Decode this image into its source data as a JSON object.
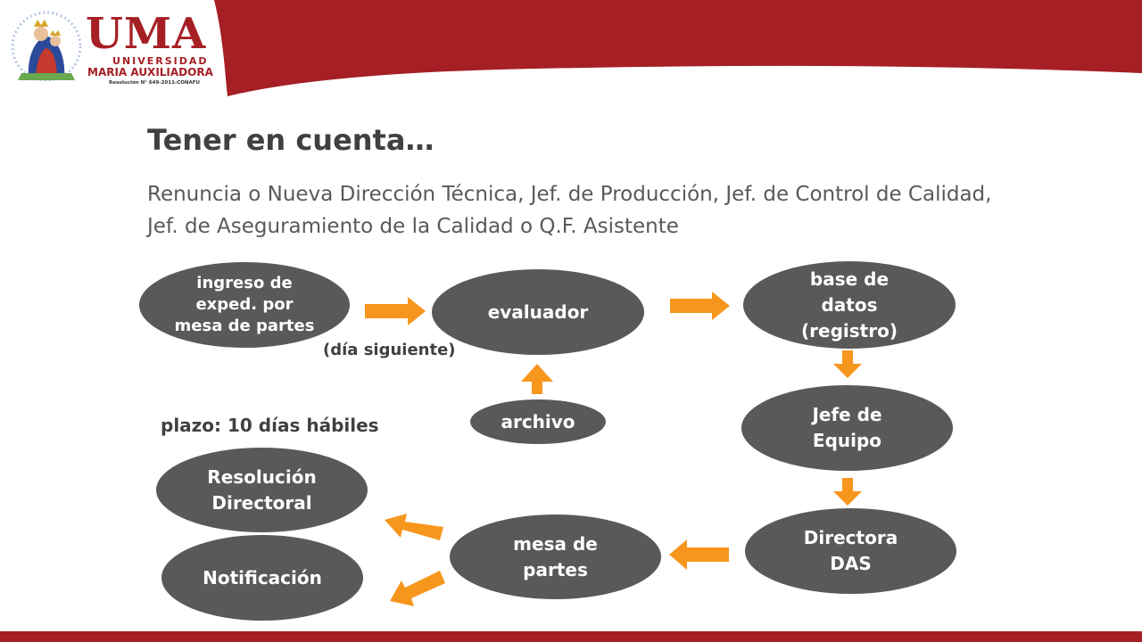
{
  "logo": {
    "name": "UMA",
    "university": "UNIVERSIDAD",
    "full_name": "MARIA AUXILIADORA",
    "resolution": "Resolución N° 649-2011-CONAFU"
  },
  "slide": {
    "title": "Tener en cuenta…",
    "subtitle": "Renuncia o Nueva Dirección Técnica, Jef. de Producción, Jef. de Control de Calidad, Jef. de Aseguramiento de la Calidad o Q.F.  Asistente"
  },
  "diagram": {
    "nodes": {
      "ingreso": "ingreso de\nexped. por\nmesa de partes",
      "evaluador": "evaluador",
      "base_datos": "base de\ndatos\n(registro)",
      "archivo": "archivo",
      "jefe_equipo": "Jefe de\nEquipo",
      "directora": "Directora\nDAS",
      "mesa_partes": "mesa de\npartes",
      "resolucion": "Resolución\nDirectoral",
      "notificacion": "Notificación"
    },
    "notes": {
      "dia_siguiente": "(día siguiente)",
      "plazo": "plazo: 10 días hábiles"
    }
  },
  "colors": {
    "brand_red": "#a51f24",
    "node_fill": "#595959",
    "arrow": "#f7961d"
  }
}
